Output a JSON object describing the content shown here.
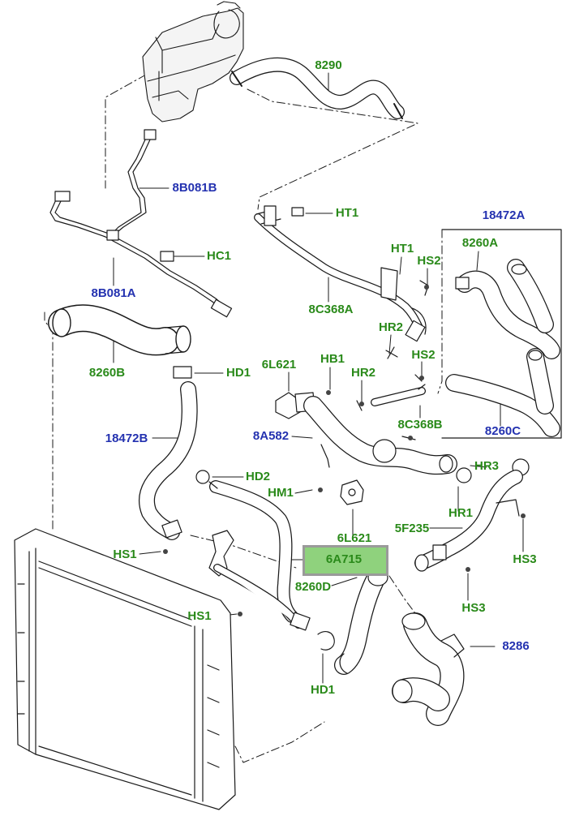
{
  "diagram": {
    "highlighted_part": "6A715",
    "colors": {
      "green_label": "#2a8a1a",
      "blue_label": "#2432b0",
      "highlight_fill": "#8fd27d",
      "highlight_border": "#9a9a9a",
      "line": "#1a1a1a"
    },
    "labels": [
      {
        "id": "l8290",
        "text": "8290",
        "color": "green"
      },
      {
        "id": "l8b081b",
        "text": "8B081B",
        "color": "blue"
      },
      {
        "id": "lht1a",
        "text": "HT1",
        "color": "green"
      },
      {
        "id": "l18472a",
        "text": "18472A",
        "color": "blue"
      },
      {
        "id": "lhc1",
        "text": "HC1",
        "color": "green"
      },
      {
        "id": "l8260a",
        "text": "8260A",
        "color": "green"
      },
      {
        "id": "lht1b",
        "text": "HT1",
        "color": "green"
      },
      {
        "id": "lhs2a",
        "text": "HS2",
        "color": "green"
      },
      {
        "id": "l8b081a",
        "text": "8B081A",
        "color": "blue"
      },
      {
        "id": "l8c368a",
        "text": "8C368A",
        "color": "green"
      },
      {
        "id": "lhr2a",
        "text": "HR2",
        "color": "green"
      },
      {
        "id": "lhs2b",
        "text": "HS2",
        "color": "green"
      },
      {
        "id": "l6l621a",
        "text": "6L621",
        "color": "green"
      },
      {
        "id": "lhb1",
        "text": "HB1",
        "color": "green"
      },
      {
        "id": "lhr2b",
        "text": "HR2",
        "color": "green"
      },
      {
        "id": "l8260b",
        "text": "8260B",
        "color": "green"
      },
      {
        "id": "lhd1a",
        "text": "HD1",
        "color": "green"
      },
      {
        "id": "l8c368b",
        "text": "8C368B",
        "color": "green"
      },
      {
        "id": "l8260c",
        "text": "8260C",
        "color": "blue"
      },
      {
        "id": "l18472b",
        "text": "18472B",
        "color": "blue"
      },
      {
        "id": "l8a582",
        "text": "8A582",
        "color": "blue"
      },
      {
        "id": "lhd2",
        "text": "HD2",
        "color": "green"
      },
      {
        "id": "lhr3",
        "text": "HR3",
        "color": "green"
      },
      {
        "id": "lhm1",
        "text": "HM1",
        "color": "green"
      },
      {
        "id": "lhr1",
        "text": "HR1",
        "color": "green"
      },
      {
        "id": "l6l621b",
        "text": "6L621",
        "color": "green"
      },
      {
        "id": "l5f235",
        "text": "5F235",
        "color": "green"
      },
      {
        "id": "lhs1a",
        "text": "HS1",
        "color": "green"
      },
      {
        "id": "l6a715",
        "text": "6A715",
        "color": "green"
      },
      {
        "id": "lhs3a",
        "text": "HS3",
        "color": "green"
      },
      {
        "id": "l8260d",
        "text": "8260D",
        "color": "green"
      },
      {
        "id": "lhs3b",
        "text": "HS3",
        "color": "green"
      },
      {
        "id": "lhs1b",
        "text": "HS1",
        "color": "green"
      },
      {
        "id": "l8286",
        "text": "8286",
        "color": "blue"
      },
      {
        "id": "lhd1b",
        "text": "HD1",
        "color": "green"
      }
    ]
  }
}
